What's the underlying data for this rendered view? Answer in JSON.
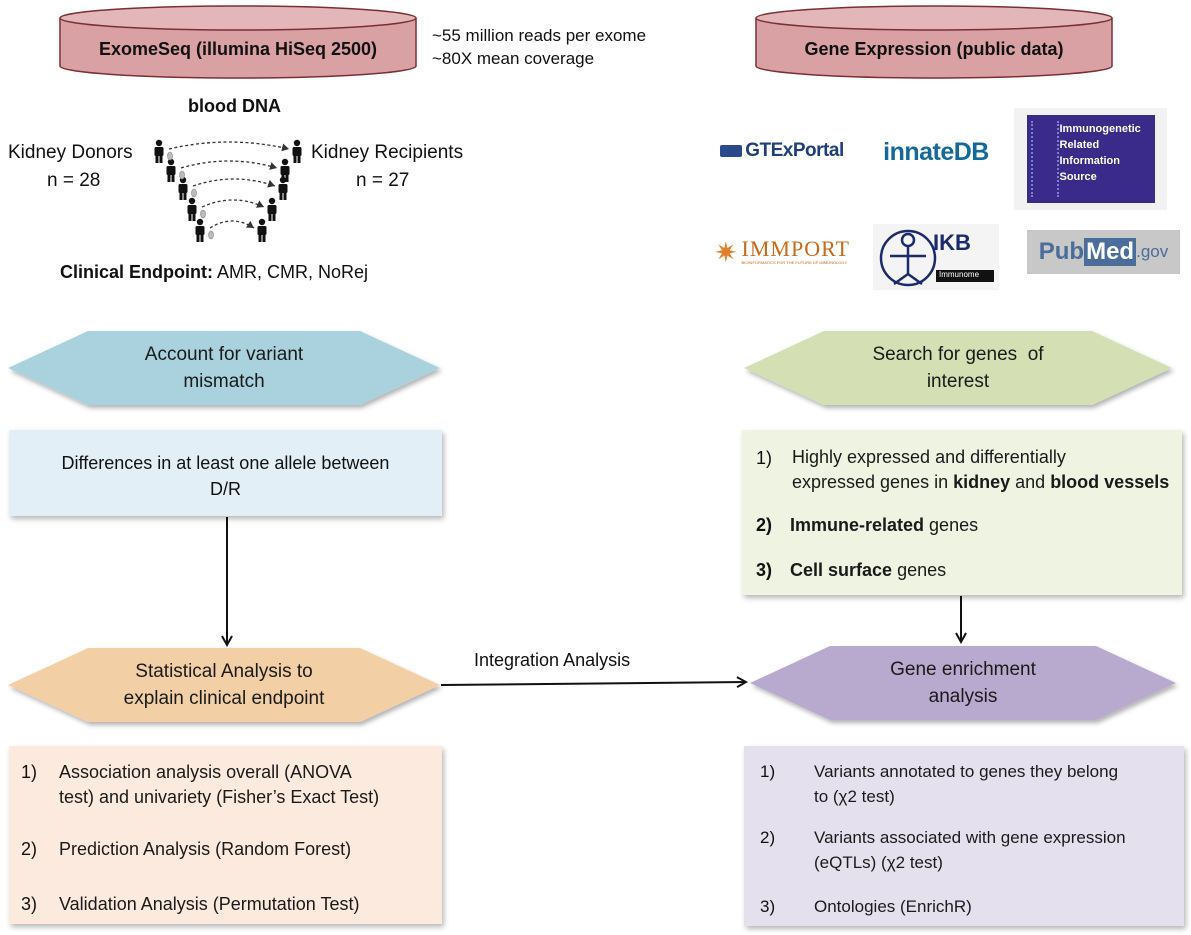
{
  "left": {
    "cylinder_title": "ExomeSeq (illumina HiSeq 2500)",
    "seq_notes": [
      "~55 million reads per exome",
      "~80X mean coverage"
    ],
    "blood_dna": "blood DNA",
    "donors_label": "Kidney Donors",
    "donors_n": "n = 28",
    "recipients_label": "Kidney Recipients",
    "recipients_n": "n = 27",
    "endpoint_prefix": "Clinical Endpoint:",
    "endpoint_values": " AMR, CMR, NoRej",
    "hex1_lines": [
      "Account for variant",
      "mismatch"
    ],
    "box1_lines": [
      "Differences in at least one allele between",
      "D/R"
    ],
    "hex2_lines": [
      "Statistical Analysis to",
      "explain clinical endpoint"
    ],
    "list": [
      {
        "num": "1)",
        "lines": [
          "Association analysis overall (ANOVA",
          "test) and univariety (Fisher’s Exact Test)"
        ]
      },
      {
        "num": "2)",
        "lines": [
          "Prediction Analysis (Random Forest)"
        ]
      },
      {
        "num": "3)",
        "lines": [
          "Validation Analysis (Permutation Test)"
        ]
      }
    ]
  },
  "right": {
    "cylinder_title": "Gene Expression (public data)",
    "logos": {
      "gtex": "GTExPortal",
      "innatedb": "innateDB",
      "iris": [
        "Immunogenetic",
        "Related",
        "Information",
        "Source"
      ],
      "immport": "IMMPORT",
      "immport_tag": "BIOINFORMATICS FOR THE FUTURE OF IMMUNOLOGY",
      "ikb": "IKB",
      "ikb_tag": "Immunome",
      "pubmed_a": "Pub",
      "pubmed_b": "Med",
      "pubmed_c": ".gov"
    },
    "hex1_lines": [
      "Search for genes  of",
      "interest"
    ],
    "box1": {
      "item1_num": "1)",
      "item1_line1": "Highly expressed and differentially",
      "item1_line2_a": "expressed genes in ",
      "item1_line2_b": "kidney",
      "item1_line2_c": " and ",
      "item1_line2_d": "blood vessels",
      "item2_num": "2)",
      "item2_bold": "Immune-related",
      "item2_rest": " genes",
      "item3_num": "3)",
      "item3_bold": "Cell surface",
      "item3_rest": " genes"
    },
    "hex2_lines": [
      "Gene enrichment",
      "analysis"
    ],
    "list": [
      {
        "num": "1)",
        "lines": [
          "Variants annotated to genes they belong",
          "to (χ2 test)"
        ]
      },
      {
        "num": "2)",
        "lines": [
          "Variants associated with gene expression",
          "(eQTLs) (χ2 test)"
        ]
      },
      {
        "num": "3)",
        "lines": [
          "Ontologies (EnrichR)"
        ]
      }
    ]
  },
  "integration_label": "Integration Analysis",
  "colors": {
    "cylinder": "#d9a1a3",
    "hex_blue": "#a9d2de",
    "box_blue": "#e3eff7",
    "hex_orange": "#f3cfa6",
    "box_orange": "#fbeadd",
    "hex_green": "#d4e0b3",
    "box_green": "#eef3e2",
    "hex_purple": "#b8a9cf",
    "box_purple": "#e5e0ee"
  }
}
